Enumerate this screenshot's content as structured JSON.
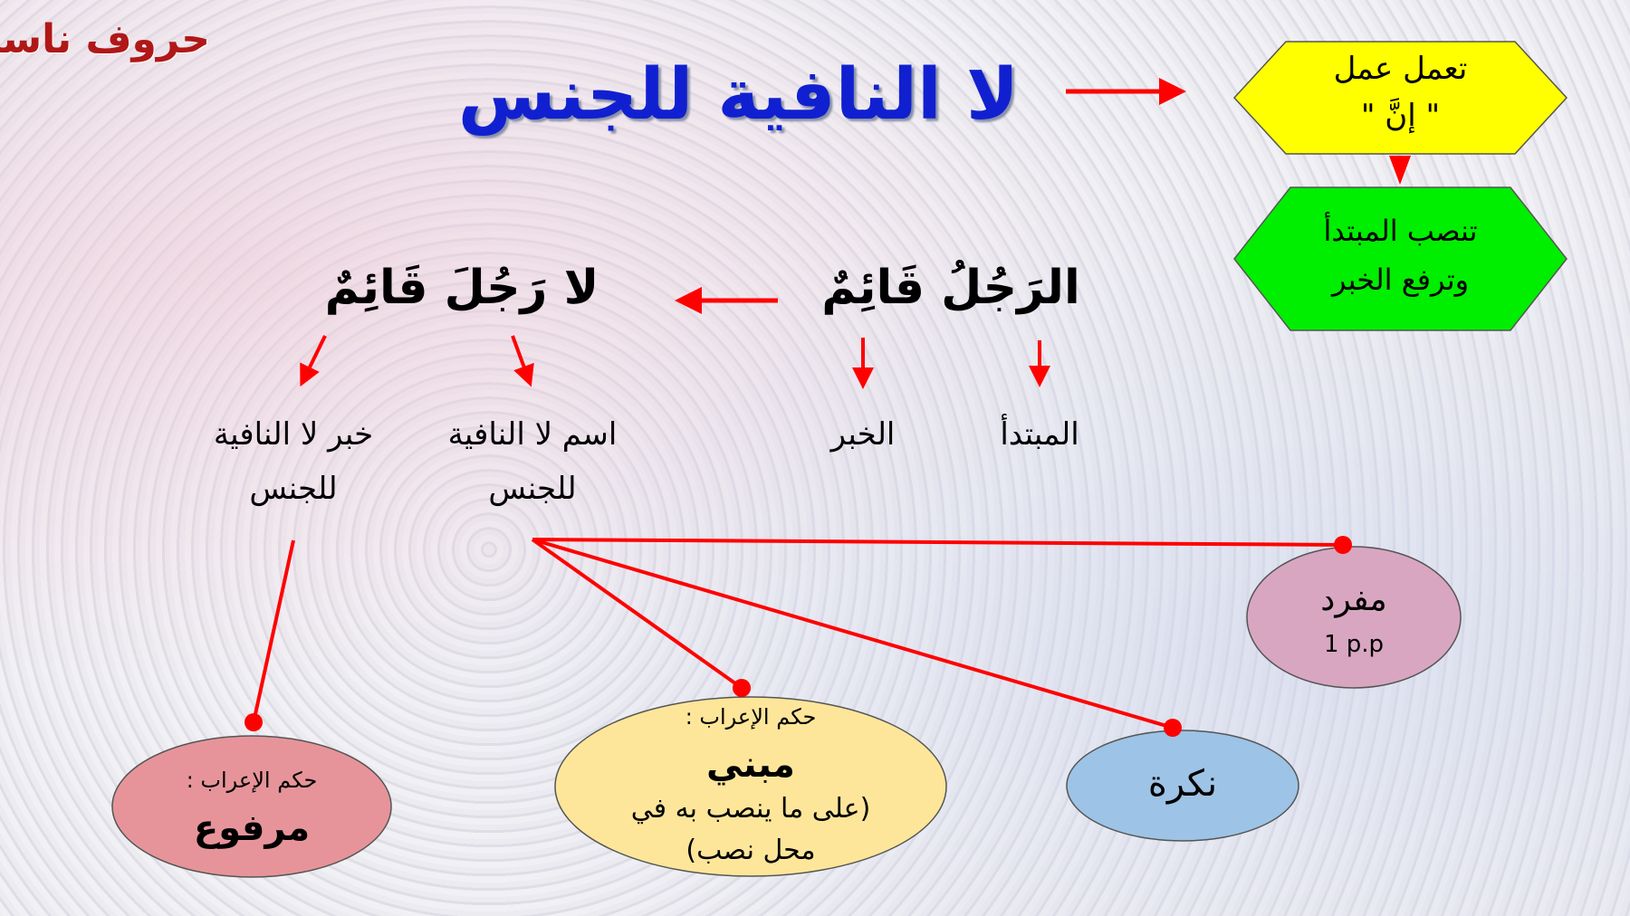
{
  "corner_title": "حروف ناسخة",
  "main_title": "لا النافية للجنس",
  "yellow_box": {
    "line1": "تعمل عمل",
    "line2": "\" إنَّ \""
  },
  "green_box": {
    "line1": "تنصب المبتدأ",
    "line2": "وترفع الخبر"
  },
  "sentence_original": "الرَجُلُ قَائِمٌ",
  "sentence_with_la": "لا رَجُلَ قَائِمٌ",
  "labels": {
    "mubtada": "المبتدأ",
    "khabar": "الخبر",
    "ism_la": {
      "line1": "اسم لا النافية",
      "line2": "للجنس"
    },
    "khabar_la": {
      "line1": "خبر لا النافية",
      "line2": "للجنس"
    }
  },
  "ellipses": {
    "mufrad": {
      "title": "مفرد",
      "sub": "1 p.p"
    },
    "nakira": {
      "title": "نكرة"
    },
    "mabni": {
      "caption": "حكم الإعراب :",
      "title": "مبني",
      "line1": "(على ما ينصب به في",
      "line2": "محل نصب)"
    },
    "marfu": {
      "caption": "حكم الإعراب :",
      "title": "مرفوع"
    }
  },
  "colors": {
    "arrow": "#ff0000",
    "yellow": "#ffff00",
    "green": "#00ff00",
    "pink": "#d8a6c0",
    "blue": "#9dc3e6",
    "cream": "#fde69a",
    "rose": "#e6949a",
    "title_blue": "#1020d0",
    "corner_red": "#b01818"
  }
}
